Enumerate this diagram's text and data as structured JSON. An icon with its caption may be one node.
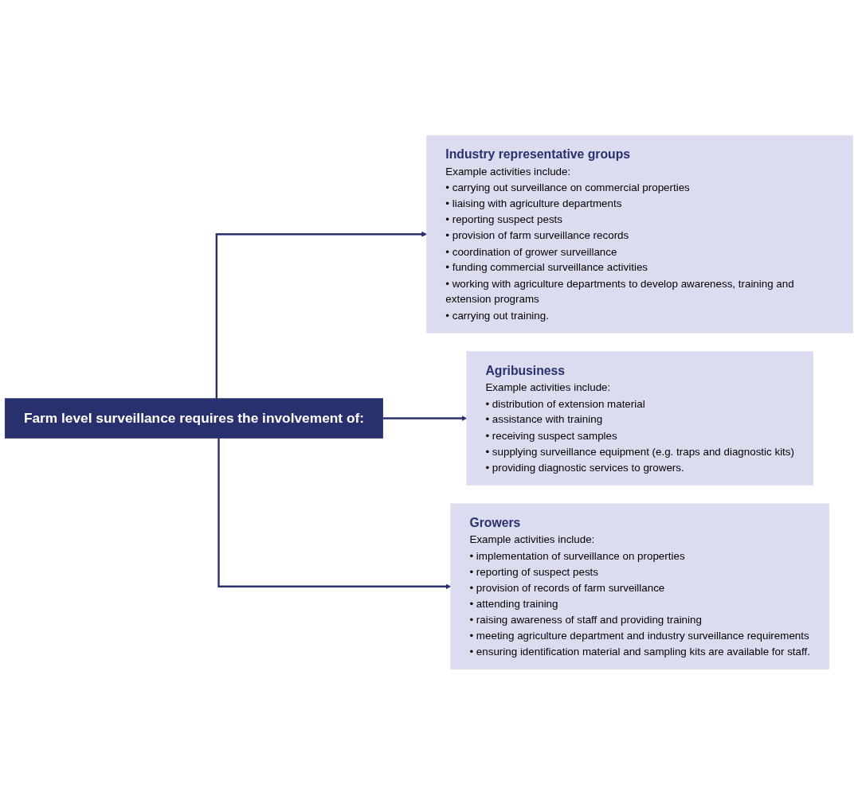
{
  "diagram": {
    "nodes": [
      {
        "text": [
          "Farm level surveillance requires the involvement of:"
        ]
      },
      {
        "text": [
          "Industry representative groups",
          "Example activities include:",
          "• carrying out surveillance on commercial properties",
          "• liaising with agriculture departments",
          "• reporting suspect pests",
          "• provision of farm surveillance records",
          "• coordination of grower surveillance",
          "• funding commercial surveillance activities",
          "• working with agriculture departments to develop awareness, training and extension programs",
          "• carrying out training."
        ]
      },
      {
        "text": [
          "Agribusiness",
          "Example activities include:",
          "• distribution of extension material",
          "• assistance with training",
          "• receiving suspect samples",
          "• supplying surveillance equipment (e.g. traps and diagnostic kits)",
          "• providing diagnostic services to growers."
        ]
      },
      {
        "text": [
          "Growers",
          "Example activities include:",
          "• implementation of surveillance on properties",
          "• reporting of suspect pests",
          "• provision of records of farm surveillance",
          "• attending training",
          "• raising awareness of staff and providing training",
          "• meeting agriculture department and industry surveillance requirements",
          "• ensuring identification material and sampling kits are available for staff."
        ]
      }
    ],
    "edges": [
      {
        "from": 0,
        "to": 1,
        "arrow": "to"
      },
      {
        "from": 0,
        "to": 2,
        "arrow": "to"
      },
      {
        "from": 0,
        "to": 3,
        "arrow": "to"
      }
    ]
  }
}
